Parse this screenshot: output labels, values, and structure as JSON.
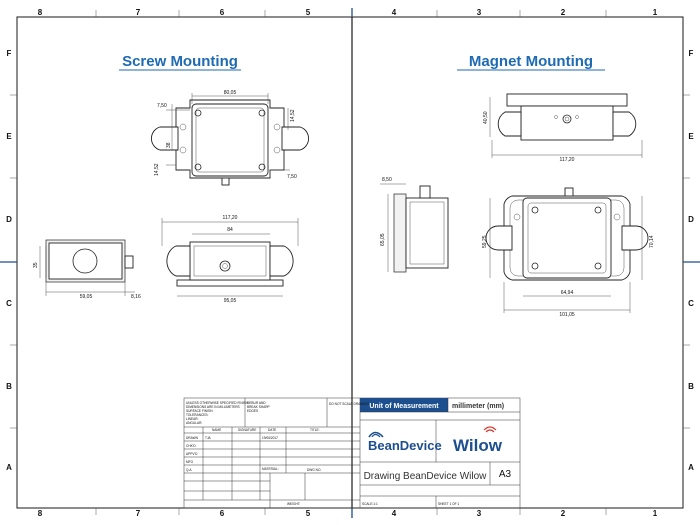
{
  "colors": {
    "heading": "#1e6bb3",
    "blue_bar": "#1d4f8f",
    "frame": "#1a1a1a"
  },
  "frame": {
    "top_cols": [
      "8",
      "7",
      "6",
      "5",
      "4",
      "3",
      "2",
      "1"
    ],
    "bottom_cols": [
      "8",
      "7",
      "6",
      "5",
      "4",
      "3",
      "2",
      "1"
    ],
    "left_rows": [
      "F",
      "E",
      "D",
      "C",
      "B",
      "A"
    ],
    "right_rows": [
      "F",
      "E",
      "D",
      "C",
      "B",
      "A"
    ]
  },
  "headings": {
    "left": "Screw Mounting",
    "right": "Magnet Mounting"
  },
  "dims": {
    "screw_top_width": "80,05",
    "screw_top_offset": "7,50",
    "screw_right_offset": "14,52",
    "screw_left_height": "38",
    "screw_left_low": "14,52",
    "screw_right_low": "7,50",
    "screw_side_height": "35",
    "screw_side_width": "59,05",
    "screw_side_conn": "8,16",
    "screw_front_total": "117,20",
    "screw_front_inner": "84",
    "screw_front_base": "95,05",
    "mag_top_height": "40,50",
    "mag_top_width": "117,20",
    "mag_side_offset": "8,50",
    "mag_side_height": "65,05",
    "mag_front_height": "59,25",
    "mag_front_right": "70,14",
    "mag_front_inner": "64,94",
    "mag_front_total": "101,05"
  },
  "title_block": {
    "notes": [
      "UNLESS OTHERWISE SPECIFIED FINISH:",
      "DIMENSIONS ARE IN MILLIMETERS",
      "SURFACE FINISH:",
      "TOLERANCES:",
      "LINEAR:",
      "ANGULAR:"
    ],
    "deburr": [
      "DEBUR AND",
      "BREAK SHARP",
      "EDGES"
    ],
    "do_not_scale": "DO NOT SCALE DRAWING",
    "headers": {
      "name": "NAME",
      "signature": "SIGNATURE",
      "date": "DATE",
      "title": "TITLE:"
    },
    "rows": [
      "DRAWN",
      "CHK'D",
      "APPV'D",
      "MFG",
      "Q.A"
    ],
    "drawn_name": "TJA",
    "drawn_date": "19/06/2017",
    "material": "MATERIAL:",
    "dwg_no": "DWG NO.",
    "weight": "WEIGHT:",
    "scale": "SCALE:1:1",
    "sheet": "SHEET 1 OF 1",
    "unit_label": "Unit of Measurement",
    "unit_value": "millimeter (mm)",
    "brand": "BeanDevice",
    "brand2": "Wilow",
    "drawing_title": "Drawing BeanDevice Wilow",
    "size": "A3"
  }
}
